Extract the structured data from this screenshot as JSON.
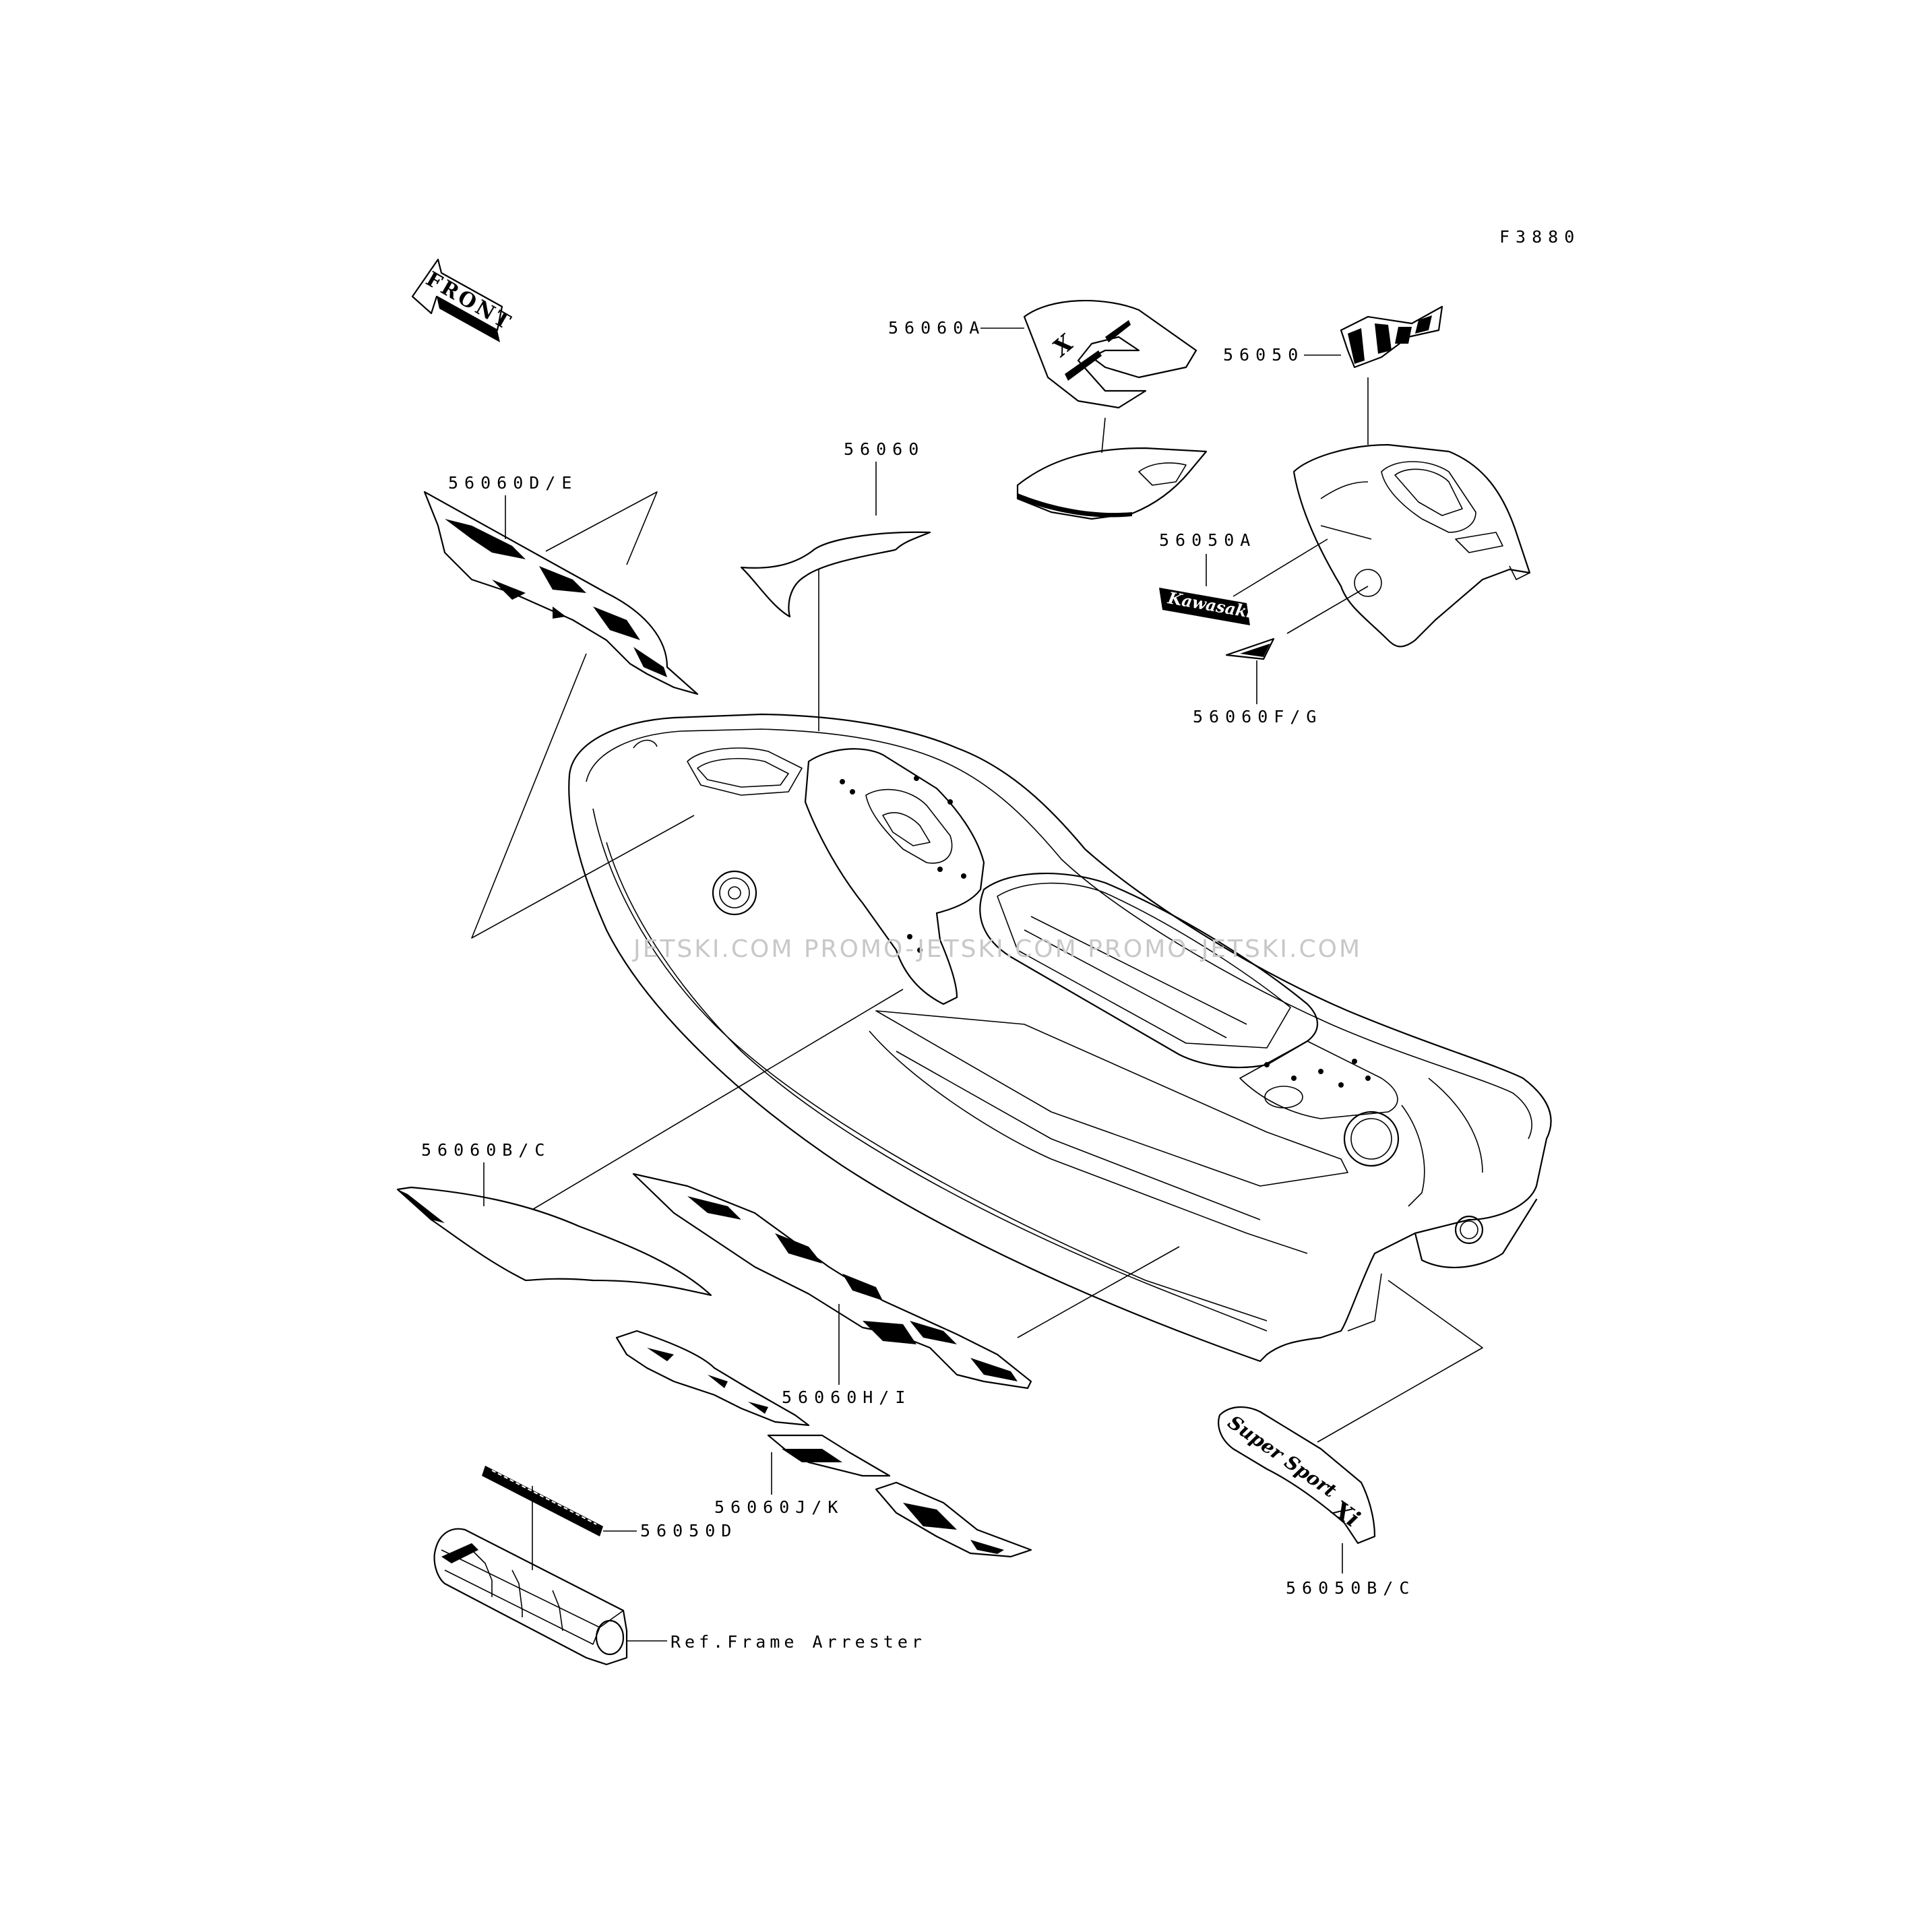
{
  "figure_code": "F3880",
  "front_arrow_text": "FRONT",
  "watermark": "JETSKI.COM  PROMO-JETSKI.COM  PROMO-JETSKI.COM",
  "decal_texts": {
    "kawasaki": "Kawasaki",
    "super_sport": "Super Sport",
    "xi": "Xi"
  },
  "callouts": {
    "c56060A": "56060A",
    "c56050": "56050",
    "c56060": "56060",
    "c56060DE": "56060D/E",
    "c56050A": "56050A",
    "c56060FG": "56060F/G",
    "c56060BC": "56060B/C",
    "c56060HI": "56060H/I",
    "c56060JK": "56060J/K",
    "c56050D": "56050D",
    "c56050BC": "56050B/C",
    "ref_frame": "Ref.Frame Arrester"
  }
}
